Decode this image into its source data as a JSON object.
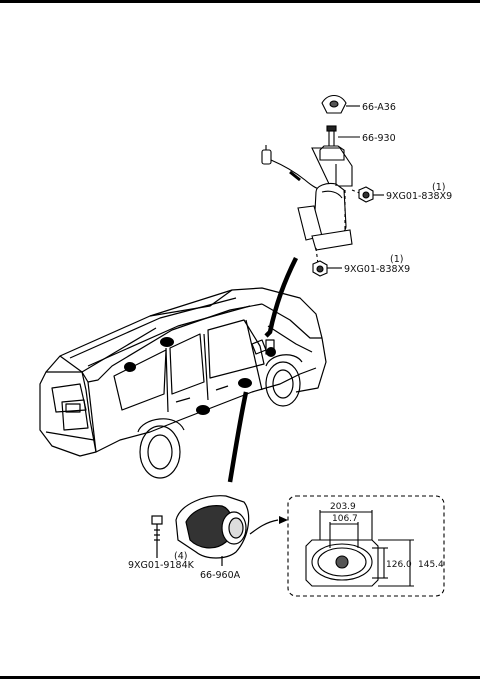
{
  "callouts": {
    "badge": "66-A36",
    "antenna": "66-930",
    "nut_upper_qty": "(1)",
    "nut_upper": "9XG01-838X9",
    "nut_lower_qty": "(1)",
    "nut_lower": "9XG01-838X9",
    "screw_qty": "(4)",
    "screw": "9XG01-9184K",
    "speaker": "66-960A"
  },
  "dimensions": {
    "overall_width": "203.9",
    "inner_width": "106.7",
    "inner_height": "126.0",
    "overall_height": "145.4"
  },
  "colors": {
    "ink": "#000000",
    "background": "#ffffff"
  }
}
